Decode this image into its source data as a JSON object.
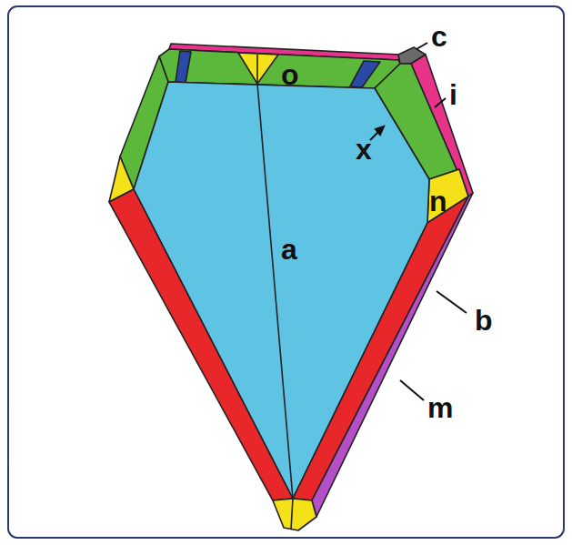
{
  "diagram": {
    "labels": [
      "c",
      "i",
      "o",
      "x",
      "n",
      "a",
      "b",
      "m"
    ]
  }
}
